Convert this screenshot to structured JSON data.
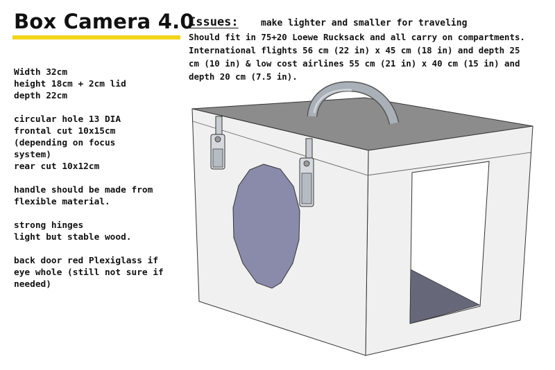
{
  "title": "Box Camera 4.0",
  "issues": {
    "heading": "Issues:",
    "first_line": "make lighter and smaller for traveling",
    "lines": [
      "Should fit in 75+20  Loewe Rucksack and all carry on compartments.",
      "International flights 56 cm (22 in) x 45 cm (18 in) and depth 25",
      "cm (10 in) & low cost airlines 55 cm (21 in) x 40 cm (15 in)  and",
      "depth 20 cm (7.5 in)."
    ]
  },
  "specs": {
    "dimensions": [
      "Width 32cm",
      "height  18cm + 2cm lid",
      "depth 22cm"
    ],
    "cuts": [
      "circular hole 13 DIA",
      "frontal cut 10x15cm",
      "(depending on focus",
      "system)",
      "rear cut 10x12cm"
    ],
    "handle": [
      "handle should be made from",
      "flexible material."
    ],
    "build": [
      "strong hinges",
      "light but stable wood."
    ],
    "door": [
      "back door red Plexiglass if",
      "eye whole (still not sure if",
      "needed)"
    ]
  },
  "colors": {
    "accent_bar": "#f2d51c",
    "box_face": "#f0f0f0",
    "box_lid_top": "#8c8c8c",
    "lens_hole": "#8a8aab",
    "rear_opening_floor": "#67677a",
    "handle": "#a9b0b7"
  }
}
